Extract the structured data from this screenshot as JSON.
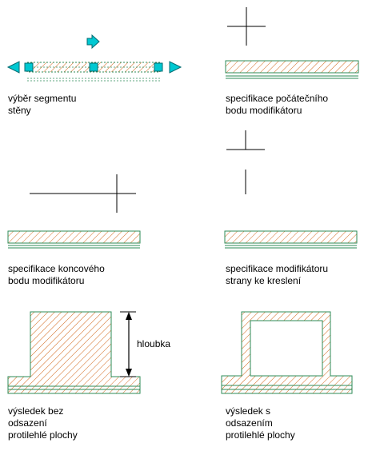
{
  "captions": {
    "select_segment": [
      "výběr segmentu",
      "stěny"
    ],
    "start_point": [
      "specifikace počátečního",
      "bodu modifikátoru"
    ],
    "end_point": [
      "specifikace koncového",
      "bodu modifikátoru"
    ],
    "draw_side": [
      "specifikace modifikátoru",
      "strany ke kreslení"
    ],
    "no_offset": [
      "výsledek bez",
      "odsazení",
      "protilehlé plochy"
    ],
    "with_offset": [
      "výsledek s",
      "odsazením",
      "protilehlé plochy"
    ]
  },
  "labels": {
    "depth": "hloubka"
  },
  "colors": {
    "hatch": "#d2691e",
    "outline": "#2e8b57",
    "grip": "#00c8d2",
    "line": "#000000"
  },
  "icons": {
    "move_arrow": "arrow-right-icon",
    "grip": "square-grip-icon",
    "end_arrow": "triangle-arrow-icon",
    "cursor": "crosshair-icon"
  }
}
